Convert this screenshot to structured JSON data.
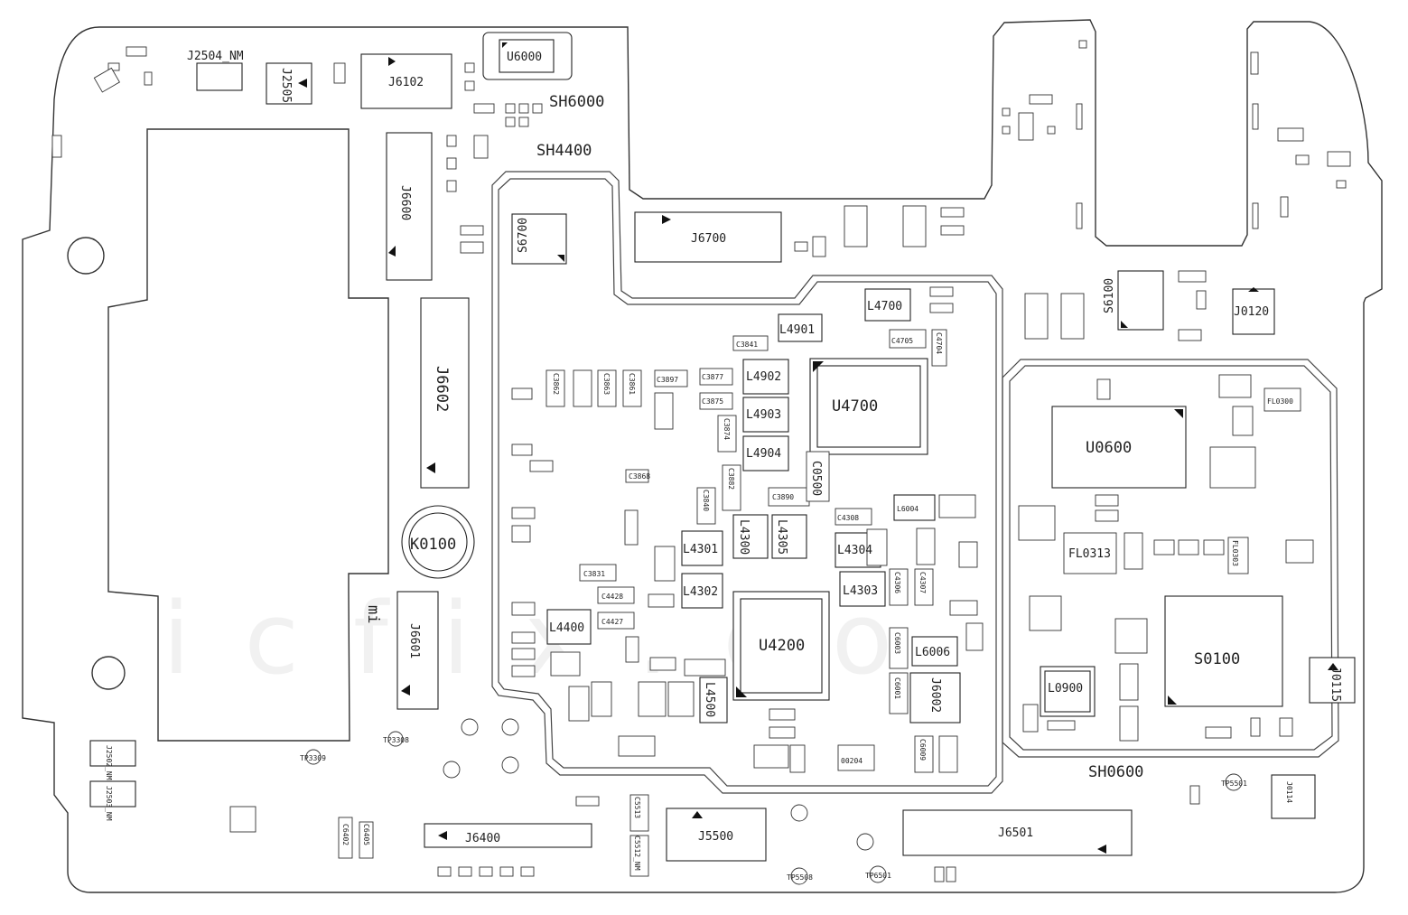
{
  "board": {
    "watermark_mark": "mi",
    "watermark_text": "icfix.co"
  },
  "shields": {
    "sh6000": "SH6000",
    "sh4400": "SH4400",
    "sh0600": "SH0600"
  },
  "connectors": {
    "j2504": "J2504_NM",
    "j2505": "J2505",
    "j6102": "J6102",
    "j6600": "J6600",
    "j6602": "J6602",
    "j6700": "J6700",
    "j6601": "J6601",
    "j6400": "J6400",
    "j5500": "J5500",
    "j6501": "J6501",
    "j6002": "J6002",
    "j0120": "J0120",
    "j0115": "J0115",
    "j0114": "J0114",
    "j2502": "J2502_NM",
    "j2503": "J2503_NM"
  },
  "ics": {
    "u6000": "U6000",
    "u4700": "U4700",
    "u4200": "U4200",
    "u0600": "U0600",
    "s0100": "S0100",
    "s6700": "S6700",
    "s6100": "S6100",
    "k0100": "K0100"
  },
  "inductors": {
    "l4700": "L4700",
    "l4901": "L4901",
    "l4902": "L4902",
    "l4903": "L4903",
    "l4904": "L4904",
    "l4300": "L4300",
    "l4301": "L4301",
    "l4302": "L4302",
    "l4303": "L4303",
    "l4304": "L4304",
    "l4305": "L4305",
    "l4400": "L4400",
    "l4500": "L4500",
    "l6004": "L6004",
    "l6006": "L6006",
    "l0900": "L0900"
  },
  "passives": {
    "c3841": "C3841",
    "c4705": "C4705",
    "c4704": "C4704",
    "c3897": "C3897",
    "c3877": "C3877",
    "c3875": "C3875",
    "c3862": "C3862",
    "c3863": "C3863",
    "c3861": "C3861",
    "c3874": "C3874",
    "c3890": "C3890",
    "c3882": "C3882",
    "c3840": "C3840",
    "c3868": "C3868",
    "c3831": "C3831",
    "c4428": "C4428",
    "c4427": "C4427",
    "c4308": "C4308",
    "c4306": "C4306",
    "c4307": "C4307",
    "c6003": "C6003",
    "c6001": "C6001",
    "c6009": "C6009",
    "c0500": "C0500",
    "c6402": "C6402",
    "c6405": "C6405",
    "fl0313": "FL0313",
    "fl0300": "FL0300",
    "fl0303": "FL0303",
    "tp3309": "TP3309",
    "tp3308": "TP3308",
    "tp5508": "TP5508",
    "tp6501": "TP6501",
    "tp5501": "TP5501",
    "c0320": "00204",
    "c5512": "C5512_NM",
    "c5513": "C5513"
  }
}
